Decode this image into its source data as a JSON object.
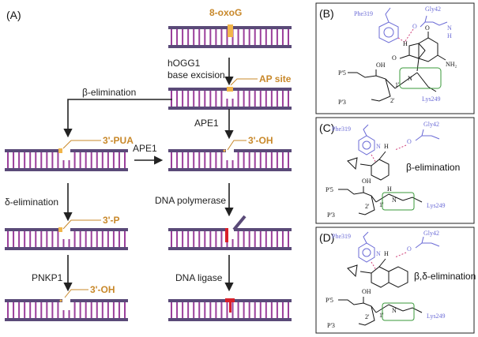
{
  "colors": {
    "strand": "#5a4a78",
    "rung": "#9b3f9b",
    "lesion": "#f1b54a",
    "annotation": "#c8882a",
    "repair": "#d8202a",
    "residue": "#6b6bd6",
    "box": "#3a9a3a",
    "hbond": "#d0407a"
  },
  "panels": {
    "a": "(A)",
    "b": "(B)",
    "c": "(C)",
    "d": "(D)"
  },
  "pathway": {
    "oxog": "8-oxoG",
    "hogg1_line1": "hOGG1",
    "hogg1_line2": "base excision",
    "ap_site": "AP site",
    "beta_elim": "β-elimination",
    "pua": "3'-PUA",
    "ape1_left": "APE1",
    "ape1_top": "APE1",
    "oh_top": "3'-OH",
    "delta_elim": "δ-elimination",
    "dna_pol": "DNA polymerase",
    "p_label": "3'-P",
    "pnkp1": "PNKP1",
    "oh_bottom": "3'-OH",
    "dna_ligase": "DNA ligase"
  },
  "chem": {
    "phe": "Phe319",
    "gly": "Gly42",
    "lys": "Lys249",
    "p5": "P'5",
    "p3": "P'3",
    "oh": "OH",
    "nh2": "NH₂",
    "n": "N",
    "h": "H",
    "o": "O",
    "one_prime": "1'",
    "two_prime": "2'",
    "c_label": "β-elimination",
    "d_label": "β,δ-elimination"
  }
}
